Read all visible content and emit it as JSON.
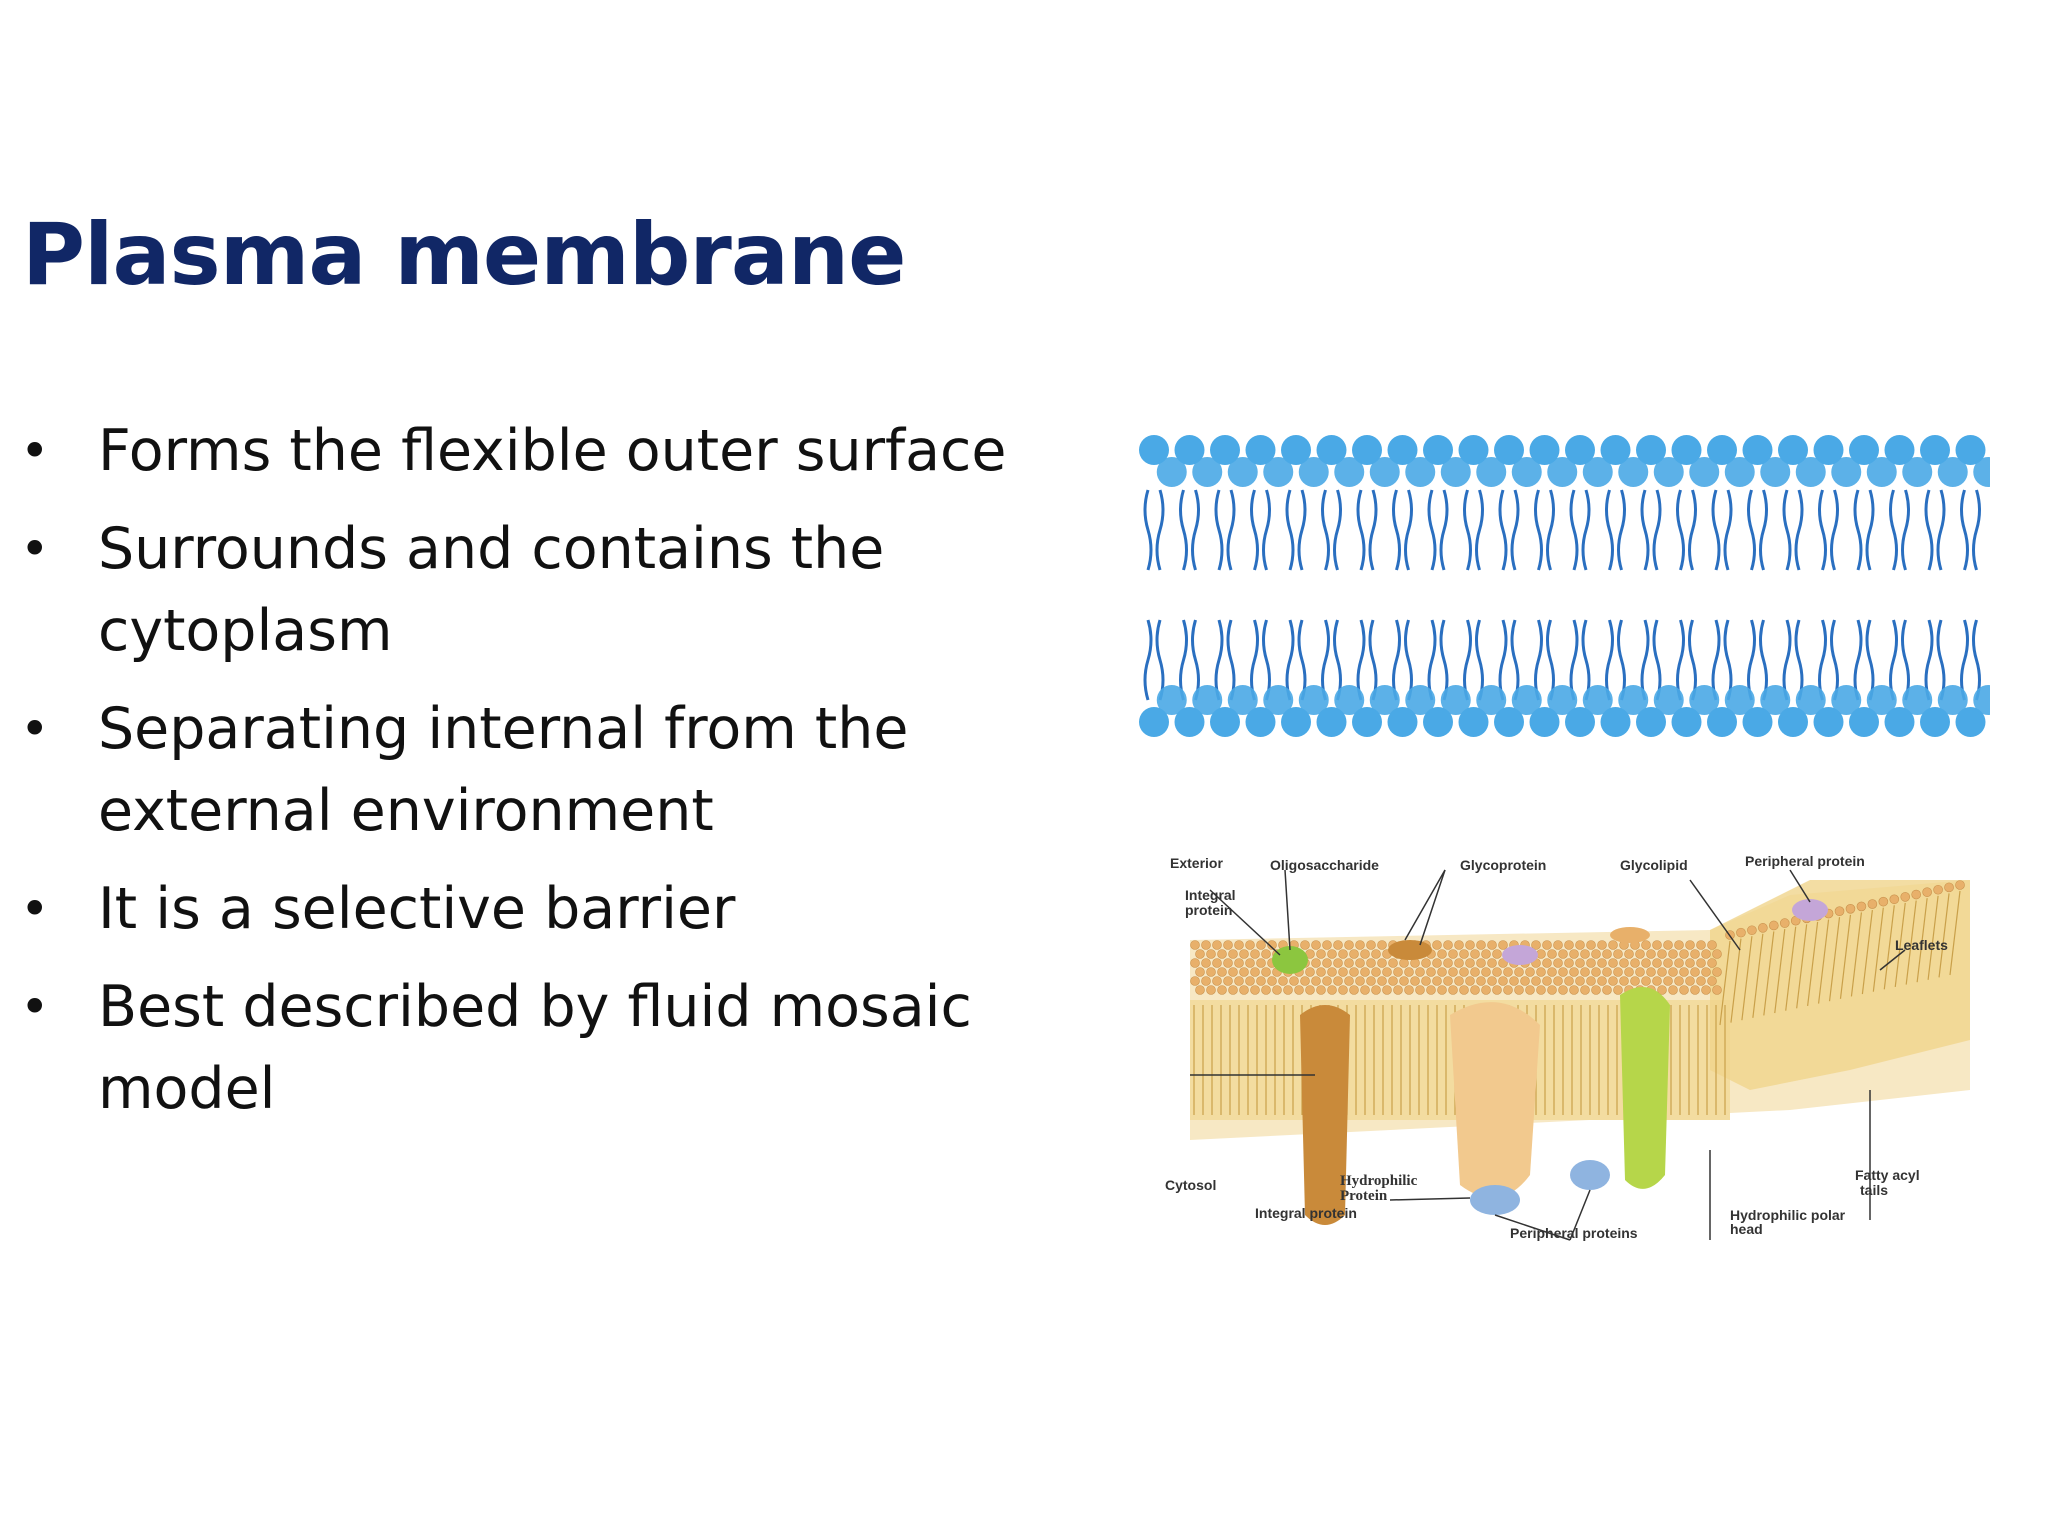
{
  "slide": {
    "title": "Plasma membrane",
    "bullets": [
      {
        "lines": [
          "Forms the flexible outer surface"
        ]
      },
      {
        "lines": [
          "Surrounds  and contains the",
          "cytoplasm"
        ]
      },
      {
        "lines": [
          "Separating internal from the",
          "external environment"
        ]
      },
      {
        "lines": [
          "It is a selective barrier"
        ]
      },
      {
        "lines": [
          "Best described by fluid mosaic",
          "model"
        ]
      }
    ],
    "bullet_glyph": "•"
  },
  "figure_bilayer": {
    "head_color": "#4aa9e6",
    "tail_color": "#2a6fc0"
  },
  "figure_mosaic": {
    "labels": {
      "exterior": "Exterior",
      "integral_protein_top_1": "Integral",
      "integral_protein_top_2": "protein",
      "oligosaccharide": "Oligosaccharide",
      "glycoprotein": "Glycoprotein",
      "glycolipid": "Glycolipid",
      "peripheral_protein_top": "Peripheral protein",
      "leaflets": "Leaflets",
      "cytosol": "Cytosol",
      "hydrophilic_protein_1": "Hydrophilic",
      "hydrophilic_protein_2": "Protein",
      "integral_protein_bottom": "Integral protein",
      "peripheral_proteins": "Peripheral proteins",
      "fatty_acyl_1": "Fatty acyl",
      "fatty_acyl_2": "tails",
      "hydrophilic_head_1": "Hydrophilic polar",
      "hydrophilic_head_2": "head"
    },
    "colors": {
      "head": "#e8b06a",
      "tail": "#e6cc7a",
      "protein_brown": "#c98a3a",
      "protein_peach": "#f2c98e",
      "protein_green": "#b6d64a",
      "peripheral_blue": "#8fb4e0",
      "peripheral_purple": "#c4a6d8",
      "integral_green": "#8cc63f"
    }
  }
}
